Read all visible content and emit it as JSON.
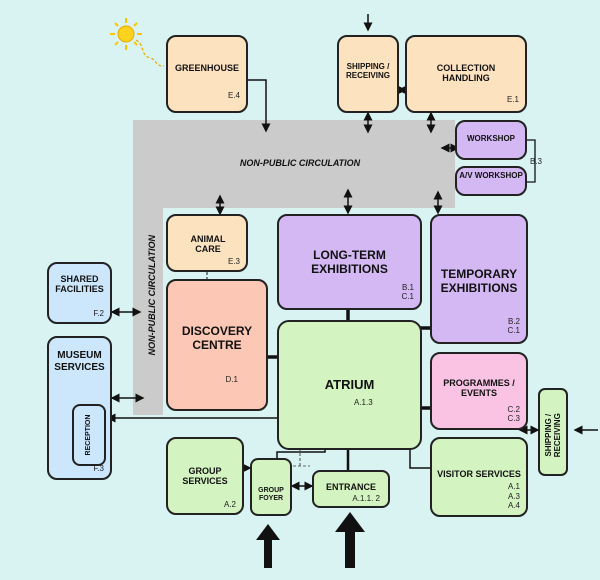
{
  "circulation": {
    "horizontal_label": "NON-PUBLIC CIRCULATION",
    "vertical_label": "NON-PUBLIC CIRCULATION"
  },
  "rooms": {
    "greenhouse": {
      "label": "GREENHOUSE",
      "code": "E.4"
    },
    "shipping_top": {
      "label": "SHIPPING / RECEIVING"
    },
    "collection_handling": {
      "label": "COLLECTION HANDLING",
      "code": "E.1"
    },
    "workshop": {
      "label": "WORKSHOP"
    },
    "av_workshop": {
      "label": "A/V WORKSHOP"
    },
    "workshop_group_code": "B.3",
    "animal_care": {
      "label": "ANIMAL CARE",
      "code": "E.3"
    },
    "long_term": {
      "label": "LONG-TERM EXHIBITIONS",
      "code": "B.1\nC.1"
    },
    "temporary": {
      "label": "TEMPORARY EXHIBITIONS",
      "code": "B.2\nC.1"
    },
    "shared_facilities": {
      "label": "SHARED FACILITIES",
      "code": "F.2"
    },
    "discovery": {
      "label": "DISCOVERY CENTRE",
      "code": "D.1"
    },
    "atrium": {
      "label": "ATRIUM",
      "code": "A.1.3"
    },
    "museum_services": {
      "label": "MUSEUM SERVICES",
      "code": "F.1\nF.3"
    },
    "reception": {
      "label": "RECEPTION"
    },
    "programmes": {
      "label": "PROGRAMMES / EVENTS",
      "code": "C.2\nC.3"
    },
    "shipping_right": {
      "label": "SHIPPING / RECEIVING"
    },
    "group_services": {
      "label": "GROUP SERVICES",
      "code": "A.2"
    },
    "group_foyer": {
      "label": "GROUP FOYER"
    },
    "entrance": {
      "label": "ENTRANCE",
      "code": "A.1.1. 2"
    },
    "visitor_services": {
      "label": "VISITOR SERVICES",
      "code": "A.1\nA.3\nA.4"
    }
  },
  "icons": {
    "sun": "sun-icon"
  },
  "colors": {
    "background": "#d8f3f1",
    "circulation": "#cbcbcb",
    "support": "#fde2bf",
    "exhibition": "#d3b8f3",
    "discovery": "#fdc7b5",
    "public": "#d3f3c0",
    "services": "#cce7fc",
    "programmes": "#fac3e3"
  }
}
